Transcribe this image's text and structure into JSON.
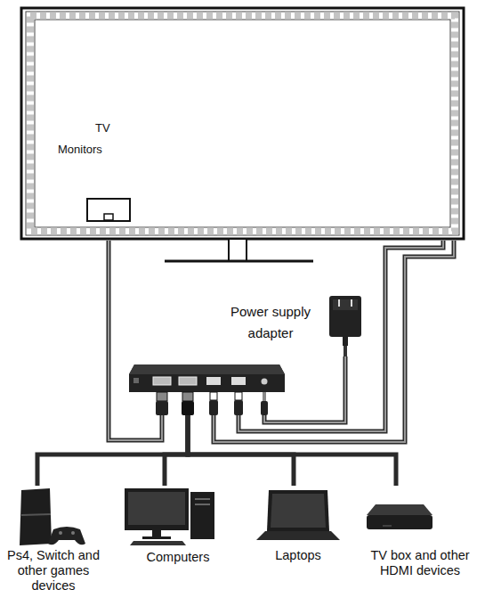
{
  "diagram": {
    "nodes": [
      {
        "text": [
          "TV",
          "Monitors"
        ]
      },
      {
        "text": [
          "Power supply adapter"
        ]
      },
      {
        "text": []
      },
      {
        "text": [
          "Ps4, Switch and other games devices"
        ]
      },
      {
        "text": [
          "Computers"
        ]
      },
      {
        "text": [
          "Laptops"
        ]
      },
      {
        "text": [
          "TV box and other HDMI devices"
        ]
      }
    ],
    "edges": [
      {
        "from": 0,
        "to": 2,
        "arrow": "none"
      },
      {
        "from": 2,
        "to": 0,
        "arrow": "none"
      },
      {
        "from": 2,
        "to": 0,
        "arrow": "none"
      },
      {
        "from": 1,
        "to": 2,
        "arrow": "none"
      },
      {
        "from": 2,
        "to": 3,
        "arrow": "none"
      },
      {
        "from": 2,
        "to": 4,
        "arrow": "none"
      },
      {
        "from": 2,
        "to": 5,
        "arrow": "none"
      },
      {
        "from": 2,
        "to": 6,
        "arrow": "none"
      }
    ]
  }
}
